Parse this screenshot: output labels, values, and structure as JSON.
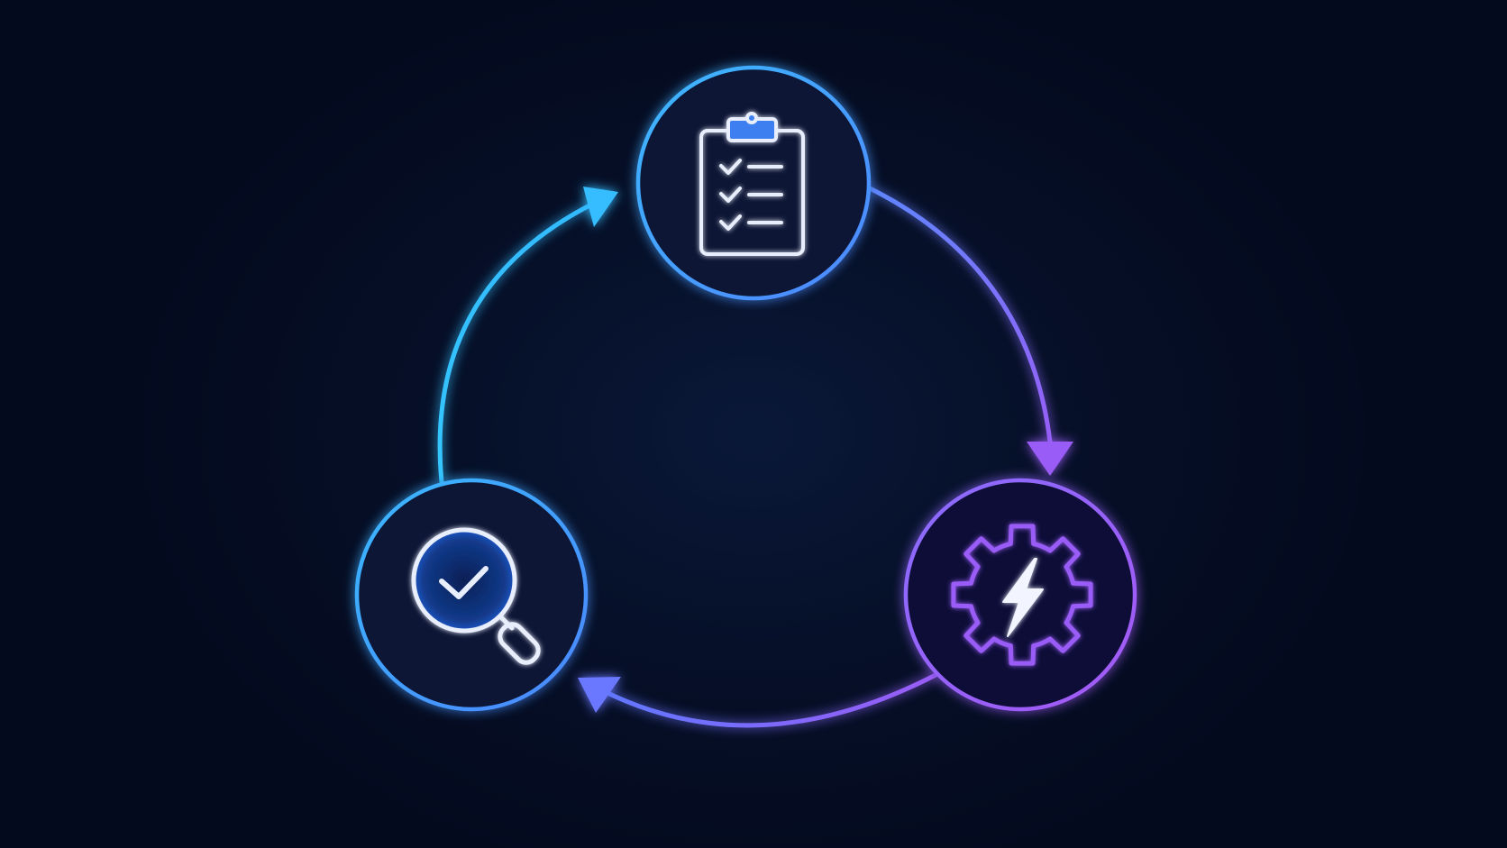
{
  "colors": {
    "background": "#040a1e",
    "cyan": "#36b8ff",
    "blue": "#4d86ff",
    "violet": "#9a5cf6",
    "icon_stroke": "#e8eefc",
    "icon_fill_accent": "#3d7ff0"
  },
  "cycle": {
    "direction": "clockwise",
    "steps": [
      {
        "id": "plan",
        "icon": "clipboard-checklist-icon",
        "color": "#3fa2ff"
      },
      {
        "id": "execute",
        "icon": "gear-lightning-icon",
        "color": "#9a5cf6"
      },
      {
        "id": "review",
        "icon": "magnifier-check-icon",
        "color": "#3d9dff"
      }
    ]
  }
}
